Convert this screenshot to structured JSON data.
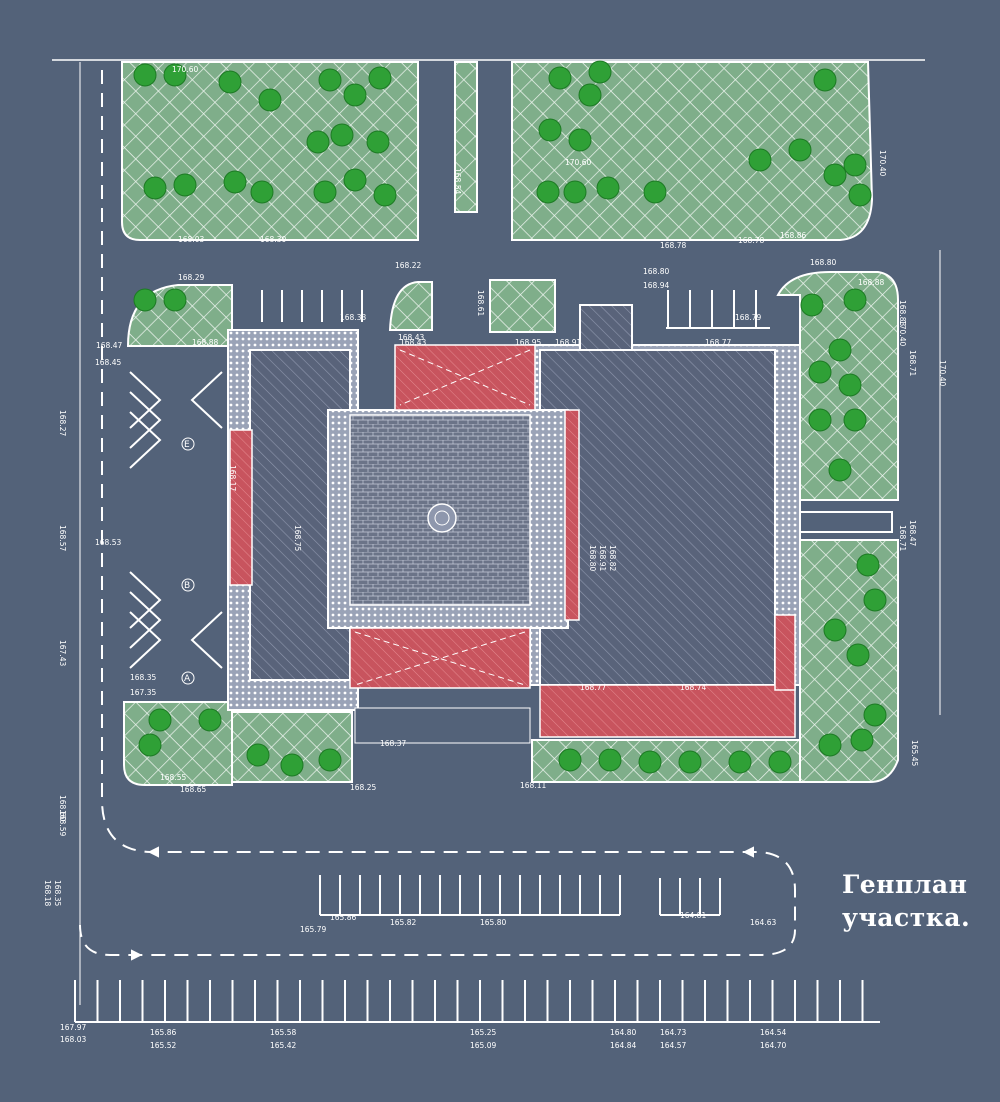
{
  "caption": {
    "line1": "Генплан",
    "line2": "участка."
  },
  "colors": {
    "background": "#536279",
    "lines": "#ffffff",
    "green_zone": "#7fae8a",
    "trees": "#2fa036",
    "building_hatch": "#59637a",
    "red_zone": "#c8545e",
    "courtyard": "#6b7488"
  },
  "axis_markers": [
    "Е",
    "В",
    "А"
  ],
  "levels": [
    "170.60",
    "168.03",
    "168.30",
    "168.54",
    "170.60",
    "168.78",
    "168.78",
    "168.86",
    "170.40",
    "168.29",
    "168.22",
    "168.61",
    "168.43",
    "168.91",
    "168.80",
    "168.94",
    "168.79",
    "168.80",
    "168.88",
    "168.83",
    "168.71",
    "168.43",
    "168.95",
    "168.77",
    "170.40",
    "170.40",
    "168.47",
    "168.45",
    "168.88",
    "168.33",
    "168.27",
    "168.57",
    "168.53",
    "167.43",
    "168.80",
    "168.91",
    "168.82",
    "168.75",
    "168.71",
    "168.47",
    "168.17",
    "168.35",
    "167.35",
    "168.55",
    "168.65",
    "168.25",
    "168.37",
    "168.11",
    "168.77",
    "168.74",
    "165.45",
    "168.60",
    "168.59",
    "168.18",
    "168.35",
    "165.79",
    "165.86",
    "165.82",
    "165.80",
    "164.81",
    "164.63",
    "168.03",
    "167.97",
    "165.86",
    "165.52",
    "165.58",
    "165.42",
    "165.25",
    "165.09",
    "164.80",
    "164.84",
    "164.73",
    "164.57",
    "164.70",
    "164.54"
  ]
}
